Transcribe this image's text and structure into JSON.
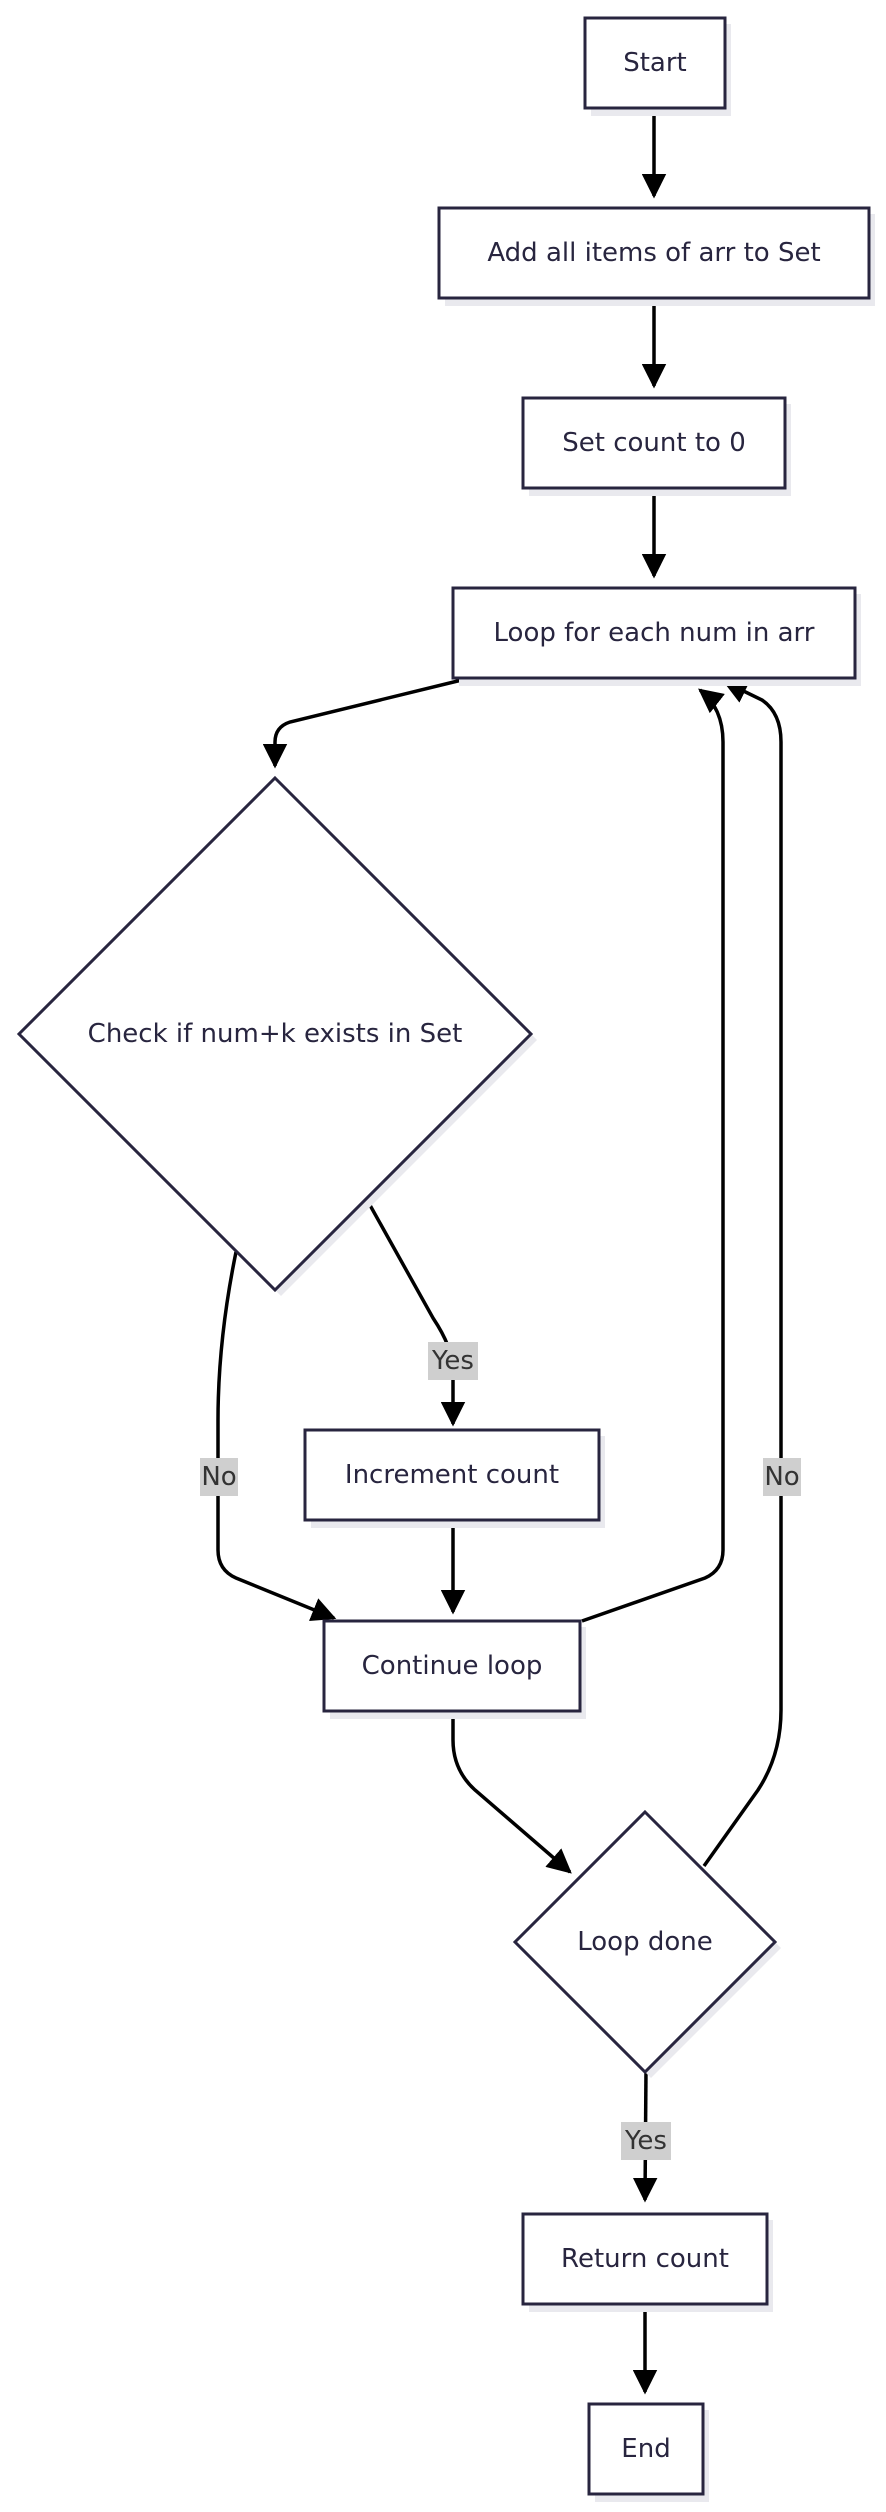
{
  "nodes": {
    "start": "Start",
    "add_items": "Add all items of arr to Set",
    "set_count": "Set count to 0",
    "loop_each": "Loop for each num in arr",
    "check_exists": "Check if num+k exists in Set",
    "increment": "Increment count",
    "continue_loop": "Continue loop",
    "loop_done": "Loop done",
    "return_count": "Return count",
    "end": "End"
  },
  "edges": {
    "check_yes": "Yes",
    "check_no": "No",
    "done_no": "No",
    "done_yes": "Yes"
  }
}
